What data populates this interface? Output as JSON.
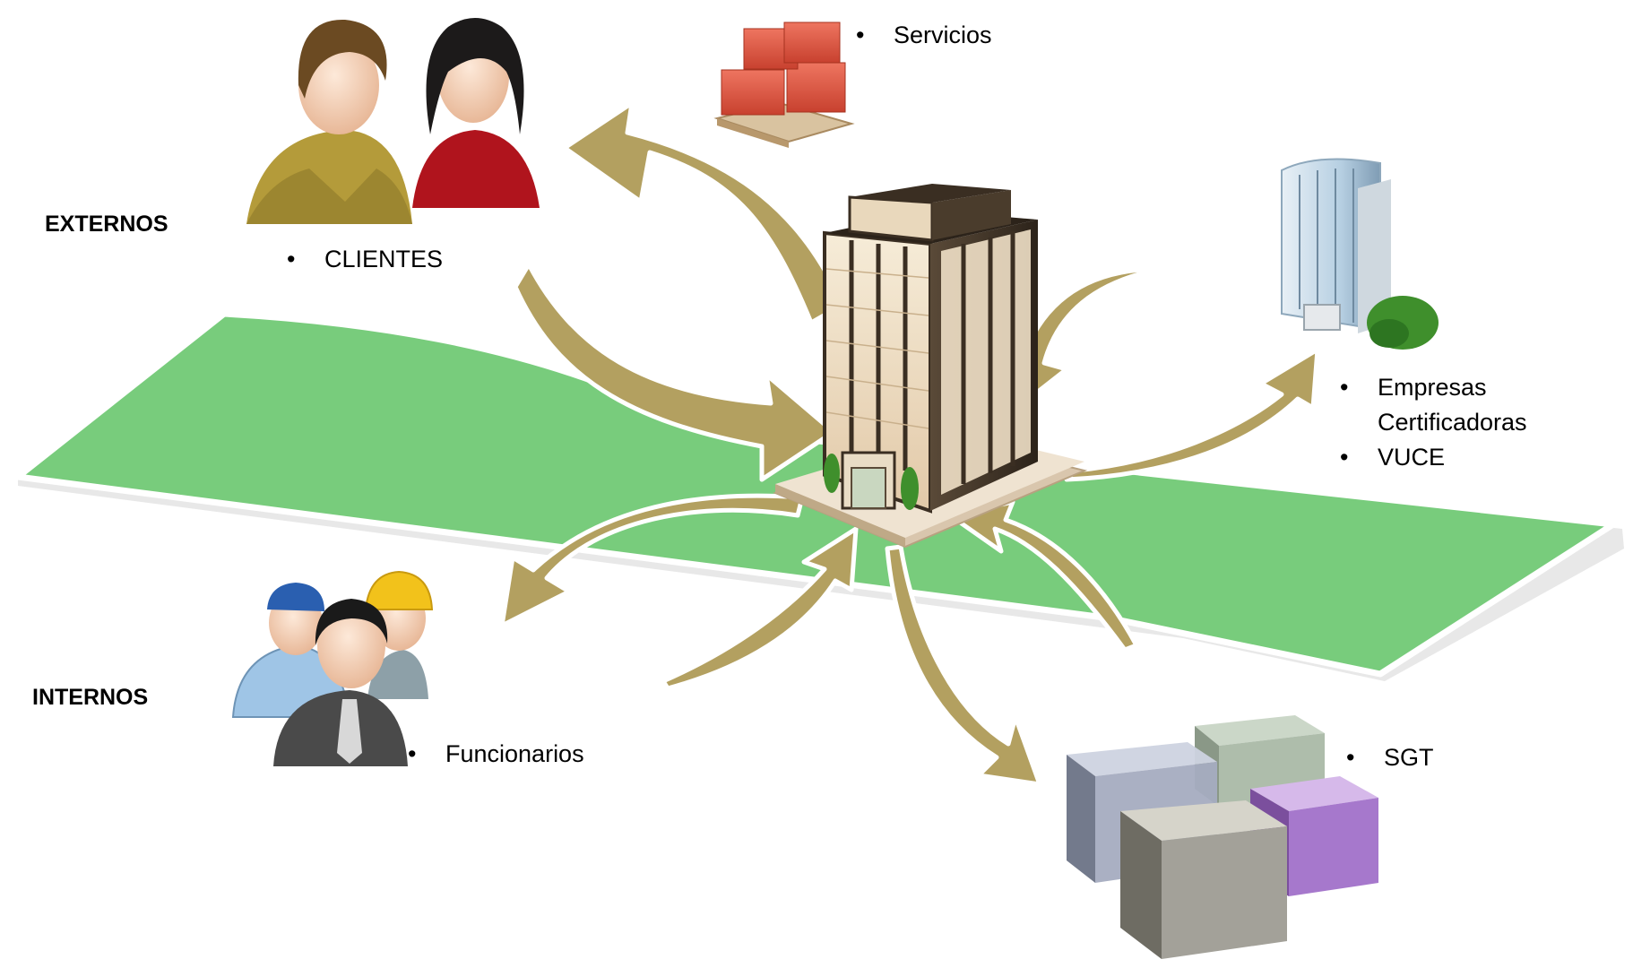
{
  "groups": {
    "external": "EXTERNOS",
    "internal": "INTERNOS"
  },
  "entities": {
    "clientes": "CLIENTES",
    "servicios": "Servicios",
    "empresas_line1": "Empresas",
    "empresas_line2": "Certificadoras",
    "vuce": "VUCE",
    "funcionarios": "Funcionarios",
    "sgt": "SGT"
  },
  "bullet": "•",
  "colors": {
    "platform": "#78cc7c",
    "arrow": "#b3a060",
    "background": "#ffffff"
  },
  "icons": {
    "center": "office-building-icon",
    "clientes": "client-people-icon",
    "servicios": "boxes-pallet-icon",
    "empresas": "corporate-tower-icon",
    "funcionarios": "workers-icon",
    "sgt": "system-cubes-icon"
  }
}
